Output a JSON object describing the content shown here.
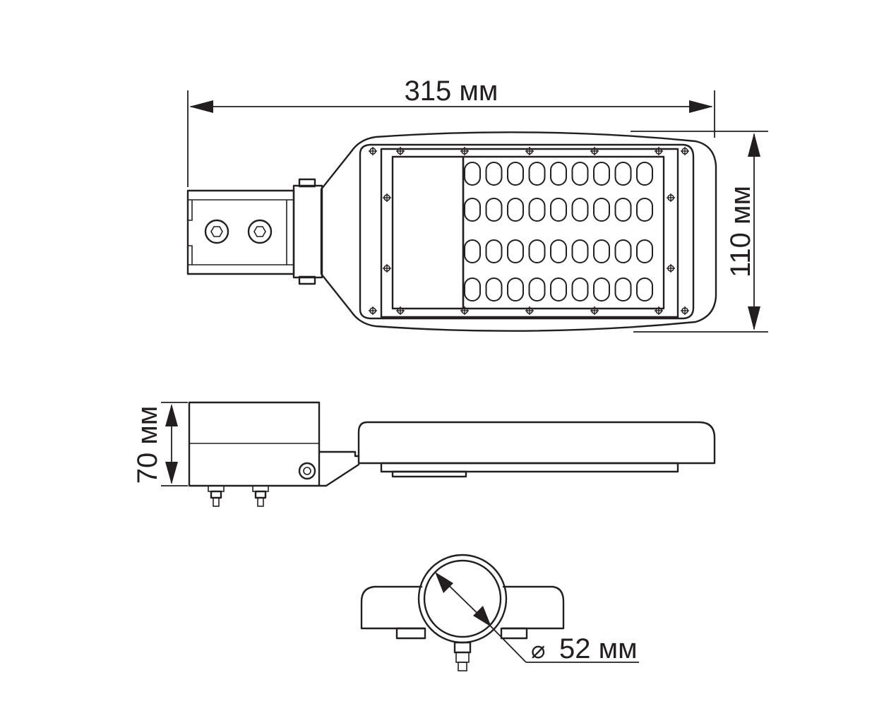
{
  "dimensions": {
    "length": "315 мм",
    "width": "110 мм",
    "height": "70 мм",
    "diameter_symbol": "⌀",
    "diameter": "52 мм"
  },
  "colors": {
    "stroke": "#231f20",
    "background": "#ffffff"
  }
}
